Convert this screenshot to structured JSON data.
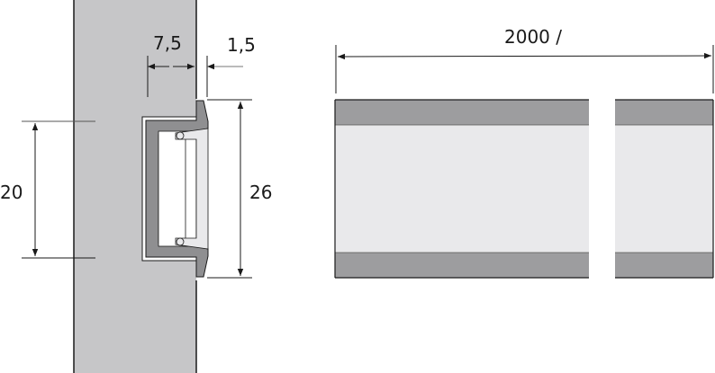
{
  "diagram": {
    "type": "technical-profile-drawing",
    "colors": {
      "wall": "#c6c6c8",
      "profile_dark": "#8f8f91",
      "diffuser": "#e9e9eb",
      "strip_band": "#9d9d9f",
      "strip_body": "#e9e9eb",
      "line": "#1a1a1a"
    },
    "cross_section": {
      "dimensions": {
        "recess_depth": "7,5",
        "flange_thickness": "1,5",
        "profile_height": "20",
        "total_height": "26"
      }
    },
    "length_view": {
      "dimensions": {
        "length": "2000 /"
      }
    }
  }
}
